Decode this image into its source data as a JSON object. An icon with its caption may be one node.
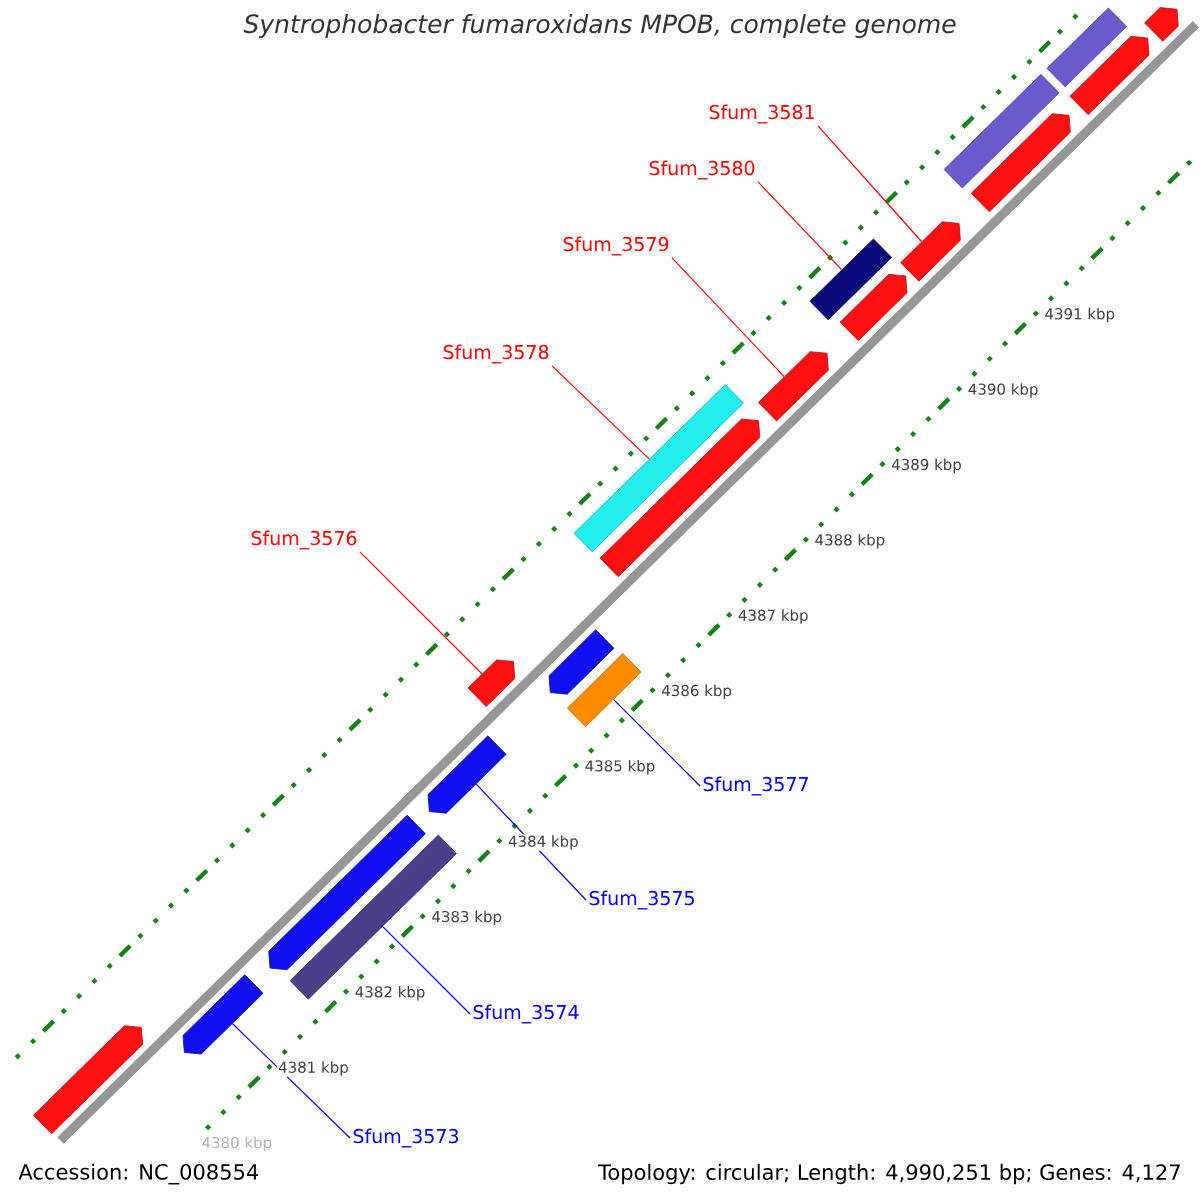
{
  "diagram": {
    "title": "Syntrophobacter fumaroxidans MPOB, complete genome",
    "nodes": [
      {
        "text": [
          "Sfum_3581"
        ]
      },
      {
        "text": [
          "Sfum_3580"
        ]
      },
      {
        "text": [
          "Sfum_3579"
        ]
      },
      {
        "text": [
          "Sfum_3578"
        ]
      },
      {
        "text": [
          "Sfum_3576"
        ]
      },
      {
        "text": [
          "Sfum_3577"
        ]
      },
      {
        "text": [
          "Sfum_3575"
        ]
      },
      {
        "text": [
          "Sfum_3574"
        ]
      },
      {
        "text": [
          "Sfum_3573"
        ]
      },
      {
        "text": [],
        "shape": "pentagon"
      },
      {
        "text": [],
        "shape": "pentagon"
      },
      {
        "text": [],
        "shape": "pentagon"
      },
      {
        "text": [],
        "shape": "bar"
      },
      {
        "text": [],
        "shape": "pentagon"
      },
      {
        "text": [],
        "shape": "pentagon"
      },
      {
        "text": [],
        "shape": "bar"
      },
      {
        "text": [],
        "shape": "pentagon"
      },
      {
        "text": [],
        "shape": "pentagon"
      },
      {
        "text": [],
        "shape": "bar"
      },
      {
        "text": [],
        "shape": "pentagon"
      },
      {
        "text": [],
        "shape": "bar"
      },
      {
        "text": [],
        "shape": "pentagon"
      },
      {
        "text": [],
        "shape": "pentagon"
      },
      {
        "text": [],
        "shape": "pentagon"
      },
      {
        "text": [],
        "shape": "bar"
      },
      {
        "text": [],
        "shape": "pentagon"
      },
      {
        "text": [],
        "shape": "bar"
      },
      {
        "text": [],
        "shape": "pentagon"
      }
    ],
    "edges": [
      {
        "from": 0,
        "to": 22,
        "arrow": "none"
      },
      {
        "from": 1,
        "to": 20,
        "arrow": "none"
      },
      {
        "from": 2,
        "to": 19,
        "arrow": "none"
      },
      {
        "from": 3,
        "to": 18,
        "arrow": "none"
      },
      {
        "from": 4,
        "to": 14,
        "arrow": "none"
      },
      {
        "from": 5,
        "to": 15,
        "arrow": "none",
        "color": "#0000ff"
      },
      {
        "from": 6,
        "to": 13,
        "arrow": "none",
        "color": "#0000ff"
      },
      {
        "from": 7,
        "to": 12,
        "arrow": "none",
        "color": "#0000ff"
      },
      {
        "from": 8,
        "to": 10,
        "arrow": "none",
        "color": "#0000ff"
      }
    ],
    "labels": [
      "4391 kbp",
      "4390 kbp",
      "4389 kbp",
      "4388 kbp",
      "4387 kbp",
      "4386 kbp",
      "4385 kbp",
      "4384 kbp",
      "4383 kbp",
      "4382 kbp",
      "4381 kbp",
      "4380 kbp",
      "Accession: NC_008554",
      "Topology: circular; Length: 4,990,251 bp; Genes: 4,127"
    ]
  }
}
